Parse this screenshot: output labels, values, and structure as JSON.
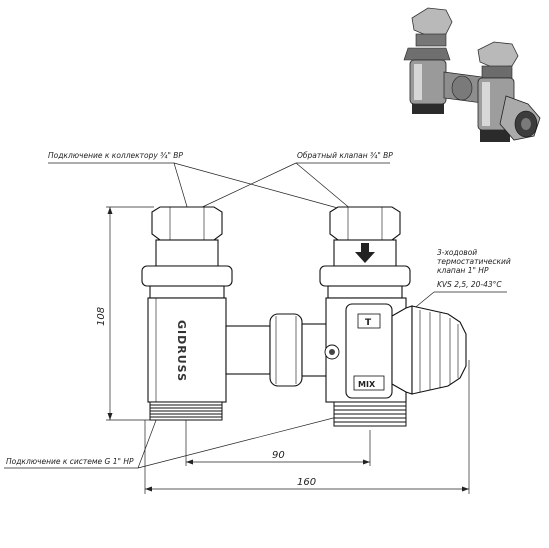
{
  "labels": {
    "collector": "Подключение к коллектору ¾\" ВР",
    "return_valve": "Обратный клапан ¾\" ВР",
    "thermo_line1": "3-ходовой",
    "thermo_line2": "термостатический",
    "thermo_line3": "клапан 1\" НР",
    "thermo_line4": "KVS 2,5, 20-43°С",
    "system": "Подключение к системе G 1\" НР"
  },
  "dimensions": {
    "height": "108",
    "spacing": "90",
    "width": "160"
  },
  "brand": "GIDRUSS",
  "knob_marks": {
    "top": "T",
    "bottom": "MIX"
  },
  "icons": {
    "flow_arrow": "arrow-down-icon",
    "gauge": "gauge-icon"
  }
}
